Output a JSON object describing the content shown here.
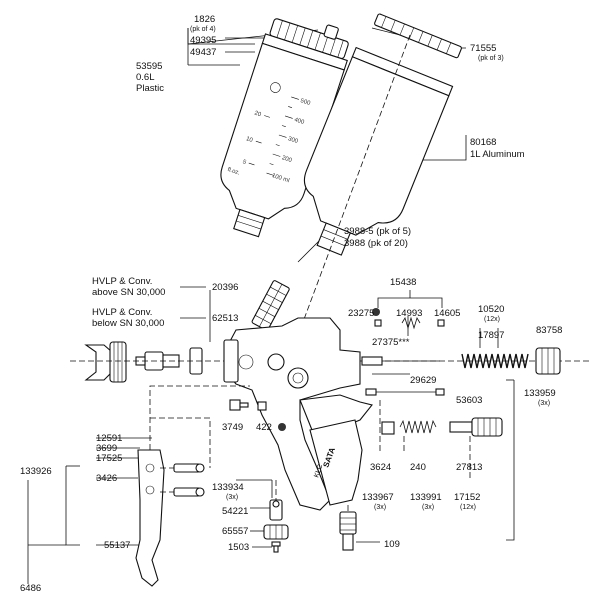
{
  "labels": {
    "l1826": "1826",
    "l1826_pk": "(pk of 4)",
    "l49395": "49395",
    "l49437": "49437",
    "l53595": "53595",
    "l53595_size": "0.6L",
    "l53595_mat": "Plastic",
    "l71555": "71555",
    "l71555_pk": "(pk of 3)",
    "l80168": "80168",
    "l80168_desc": "1L Aluminum",
    "l3988_5": "3988-5 (pk of 5)",
    "l3988": "3988 (pk of 20)",
    "l_above_1": "HVLP & Conv.",
    "l_above_2": "above SN 30,000",
    "l20396": "20396",
    "l_below_1": "HVLP & Conv.",
    "l_below_2": "below SN 30,000",
    "l62513": "62513",
    "l15438": "15438",
    "l23275": "23275",
    "l14993": "14993",
    "l14605": "14605",
    "l10520": "10520",
    "l10520_qty": "(12x)",
    "l17897": "17897",
    "l83758": "83758",
    "l27375": "27375***",
    "l133959": "133959",
    "l133959_qty": "(3x)",
    "l29629": "29629",
    "l53603": "53603",
    "l12591": "12591",
    "l3699": "3699",
    "l17525": "17525",
    "l133926": "133926",
    "l3426": "3426",
    "l3749": "3749",
    "l422": "422",
    "l27813": "27813",
    "l3624": "3624",
    "l240": "240",
    "l133934": "133934",
    "l133934_qty": "(3x)",
    "l133967": "133967",
    "l133967_qty": "(3x)",
    "l133991": "133991",
    "l133991_qty": "(3x)",
    "l17152": "17152",
    "l17152_qty": "(12x)",
    "l54221": "54221",
    "l65557": "65557",
    "l1503": "1503",
    "l109": "109",
    "l55137": "55137",
    "l6486": "6486"
  },
  "cup_scale": {
    "s500": "500",
    "s400": "400",
    "s300": "300",
    "s200": "200",
    "s100": "100 ml",
    "s20": "20",
    "s10": "10",
    "s5": "5",
    "floz": "fl.oz."
  },
  "gun_brand": "SATA",
  "gun_model": "KLC",
  "colors": {
    "ink": "#111111",
    "paper": "#ffffff",
    "marker_dot": "#333333"
  }
}
